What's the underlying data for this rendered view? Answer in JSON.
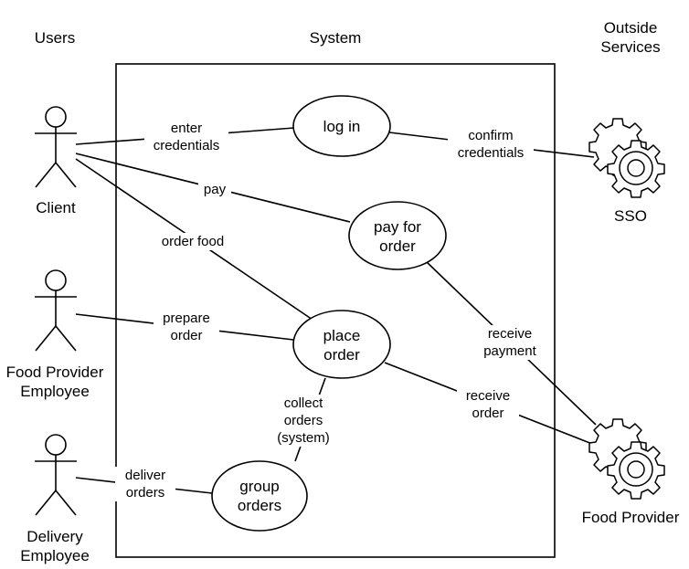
{
  "headers": {
    "users": "Users",
    "system": "System",
    "outside_line1": "Outside",
    "outside_line2": "Services"
  },
  "actors": {
    "client": "Client",
    "food_provider_employee_line1": "Food Provider",
    "food_provider_employee_line2": "Employee",
    "delivery_employee_line1": "Delivery",
    "delivery_employee_line2": "Employee"
  },
  "services": {
    "sso": "SSO",
    "food_provider": "Food Provider"
  },
  "use_cases": {
    "login": "log in",
    "pay_line1": "pay for",
    "pay_line2": "order",
    "place_line1": "place",
    "place_line2": "order",
    "group_line1": "group",
    "group_line2": "orders"
  },
  "edge_labels": {
    "enter_line1": "enter",
    "enter_line2": "credentials",
    "confirm_line1": "confirm",
    "confirm_line2": "credentials",
    "pay": "pay",
    "order_food": "order food",
    "prepare_line1": "prepare",
    "prepare_line2": "order",
    "receive_payment_line1": "receive",
    "receive_payment_line2": "payment",
    "receive_order_line1": "receive",
    "receive_order_line2": "order",
    "collect_line1": "collect",
    "collect_line2": "orders",
    "collect_line3": "(system)",
    "deliver_line1": "deliver",
    "deliver_line2": "orders"
  }
}
